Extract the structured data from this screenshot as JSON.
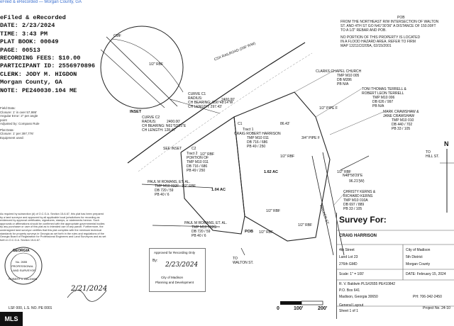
{
  "header": {
    "blue_strip": "eFiled & eRecorded — Morgan County, GA",
    "lines": [
      "eFiled & eRecorded",
      "DATE: 2/23/2024",
      "TIME: 3:43 PM",
      "PLAT BOOK: 00049",
      "PAGE: 00513",
      "RECORDING FEES: $10.00",
      "PARTICIPANT ID: 2556970896",
      "CLERK: JODY M. HIGDON",
      "Morgan County, GA",
      "NOTE: PE240030.104 ME"
    ]
  },
  "top_right_notes": [
    "POB",
    "FROM THE NORTHEAST R/W INTERSECTION OF WALTON",
    "ST. AND 4TH ST GO N41°30'36\" A DISTANCE OF 150.00FT",
    "TO A 1/2\" REBAR AND POB.",
    "NO PORTION OF THIS PROPERTY IS LOCATED",
    "IN A FLOOD HAZARD AREA. REFER TO FIRM",
    "MAP 13211C0205A, 02/15/2001"
  ],
  "left_notes": [
    "Field Data:",
    "Closure: 1' in over 57,986'",
    "Angular Error: 2\" per angle point",
    "Adjusted by: Compass Rule",
    "Plat Data:",
    "Closure: 1' per 397,776'",
    "Equipment used:"
  ],
  "inset": {
    "label": "INSET",
    "cmf": "CMF",
    "rbf": "1/2\" RBF",
    "rr": "CSX RAILROAD (200' R/W)"
  },
  "curves": {
    "c1": [
      "CURVE C1",
      "RADIUS:",
      "2400.00'",
      "CH BEARING: S56°48'14\"W",
      "CH LENGTH: 297.43'"
    ],
    "c2": [
      "CURVE C2",
      "RADIUS:",
      "2400.00'",
      "CH BEARING: N61°53'25\"E",
      "CH LENGTH: 128.47'"
    ]
  },
  "labels": {
    "clarks_chapel": [
      "CLARKS CHAPEL CHURCH",
      "TMP M10 005",
      "DB M286",
      "PB N/A"
    ],
    "terrell": [
      "TONI THOMAS TERRELL &",
      "ROBERT LEON TERRELL",
      "TMP M10 006",
      "DB 626 / 997",
      "PB N/A"
    ],
    "crawshaw": [
      "MARK CRAWSHAW &",
      "JANE CRAWSHAW",
      "TMP M10 010",
      "DB 440 / 702",
      "PB 33 / 105"
    ],
    "kerns": [
      "CHRISTY KERNS &",
      "RICHARD KERNS",
      "TMP M10 010A",
      "DB 697 / 889",
      "PB 33 / 105"
    ],
    "romans_top": [
      "PAUL M ROMANS, ET. AL.",
      "TMP M10 032F",
      "DB 720 / 59",
      "PB 40 / 6"
    ],
    "romans_bot": [
      "PAUL M ROMANS, ET. AL.",
      "TMP M10 032G",
      "DB 720 / 59",
      "PB 40 / 6"
    ],
    "tract1": [
      "Tract 1",
      "CRAIG ROBERT HARRISON",
      "TMP M10 011",
      "DB 716 / 686",
      "PB 49 / 250"
    ],
    "tract2": [
      "Tract 2",
      "PORTION OF",
      "TMP M10 011",
      "DB 716 / 686",
      "PB 49 / 250"
    ],
    "ac_162": "1.62 AC",
    "ac_104": "1.04 AC",
    "see_inset": "SEE INSET",
    "to_hill": [
      "TO",
      "HILL ST."
    ],
    "to_walton": [
      "TO",
      "WALTON ST."
    ],
    "walker": "WALKER ST.",
    "pob": "POB",
    "pipe_f1": "1/2\" PIPE F",
    "pipe_f2": "3/4\" PIPE F",
    "rbf": "1/2\" RBF",
    "c1": "C1",
    "c2": "C2",
    "bearing_1": "N48°58'29\"E",
    "bearing_1b": "96.21'(W)",
    "dist_1": "86.43'",
    "scale_0": "0",
    "scale_100": "100'",
    "scale_200": "200'"
  },
  "approval_stamp": {
    "title": "Approved for Recording Only",
    "by": "By:",
    "date": "2/23/2024",
    "org1": "City of Madison",
    "org2": "Planning and Development"
  },
  "seal": {
    "state": "GEORGIA",
    "num": "No. 2655",
    "title": "PROFESSIONAL",
    "sub": "LAND SURVEYOR",
    "name": "ROBERT V. BALDWIN"
  },
  "signature_date": "2/21/2024",
  "cert_text": "As required by subsection (d) of O.C.G.A. Section 15-6-67, this plat has been prepared by a land surveyor and approved by all applicable local jurisdictions for recording as evidenced by approval certificates, signatures, stamps, or statements hereon. Such approvals or affirmations should be confirmed with the appropriate governmental bodies by any purchaser or user of this plat as to intended use of any parcel. Furthermore, the undersigned land surveyor certifies that this plat complies with the minimum technical standards for property surveys in Georgia as set forth in the rules and regulations of the Georgia Board of Registration for Professional Engineers and Land Surveyors and as set forth in O.C.G.A. Section 15-6-67.",
  "title_block": {
    "heading": "Survey For:",
    "client": "CRAIG HARRISON",
    "r1a": "4th Street",
    "r1b": "City of Madison",
    "r2a": "Land Lot 23",
    "r2b": "5th District",
    "r3a": "276th GMD",
    "r3b": "Morgan County",
    "scale": "Scale: 1\" = 100'",
    "date": "DATE: February 15, 2024",
    "firm1": "R. V. Baldwin  PLS#2655  PE#10842",
    "firm2": "P.O. Box 641",
    "firm3": "Madison, Georgia  30650",
    "phone": "PH: 706-342-2450",
    "layout": "General Layout",
    "sheet": "Sheet 1 of 1",
    "project": "Project No. 24-10"
  },
  "footer": {
    "license": "LSF 000, L.S. NO. PE 0001",
    "badge": "MLS",
    "north": "N"
  }
}
